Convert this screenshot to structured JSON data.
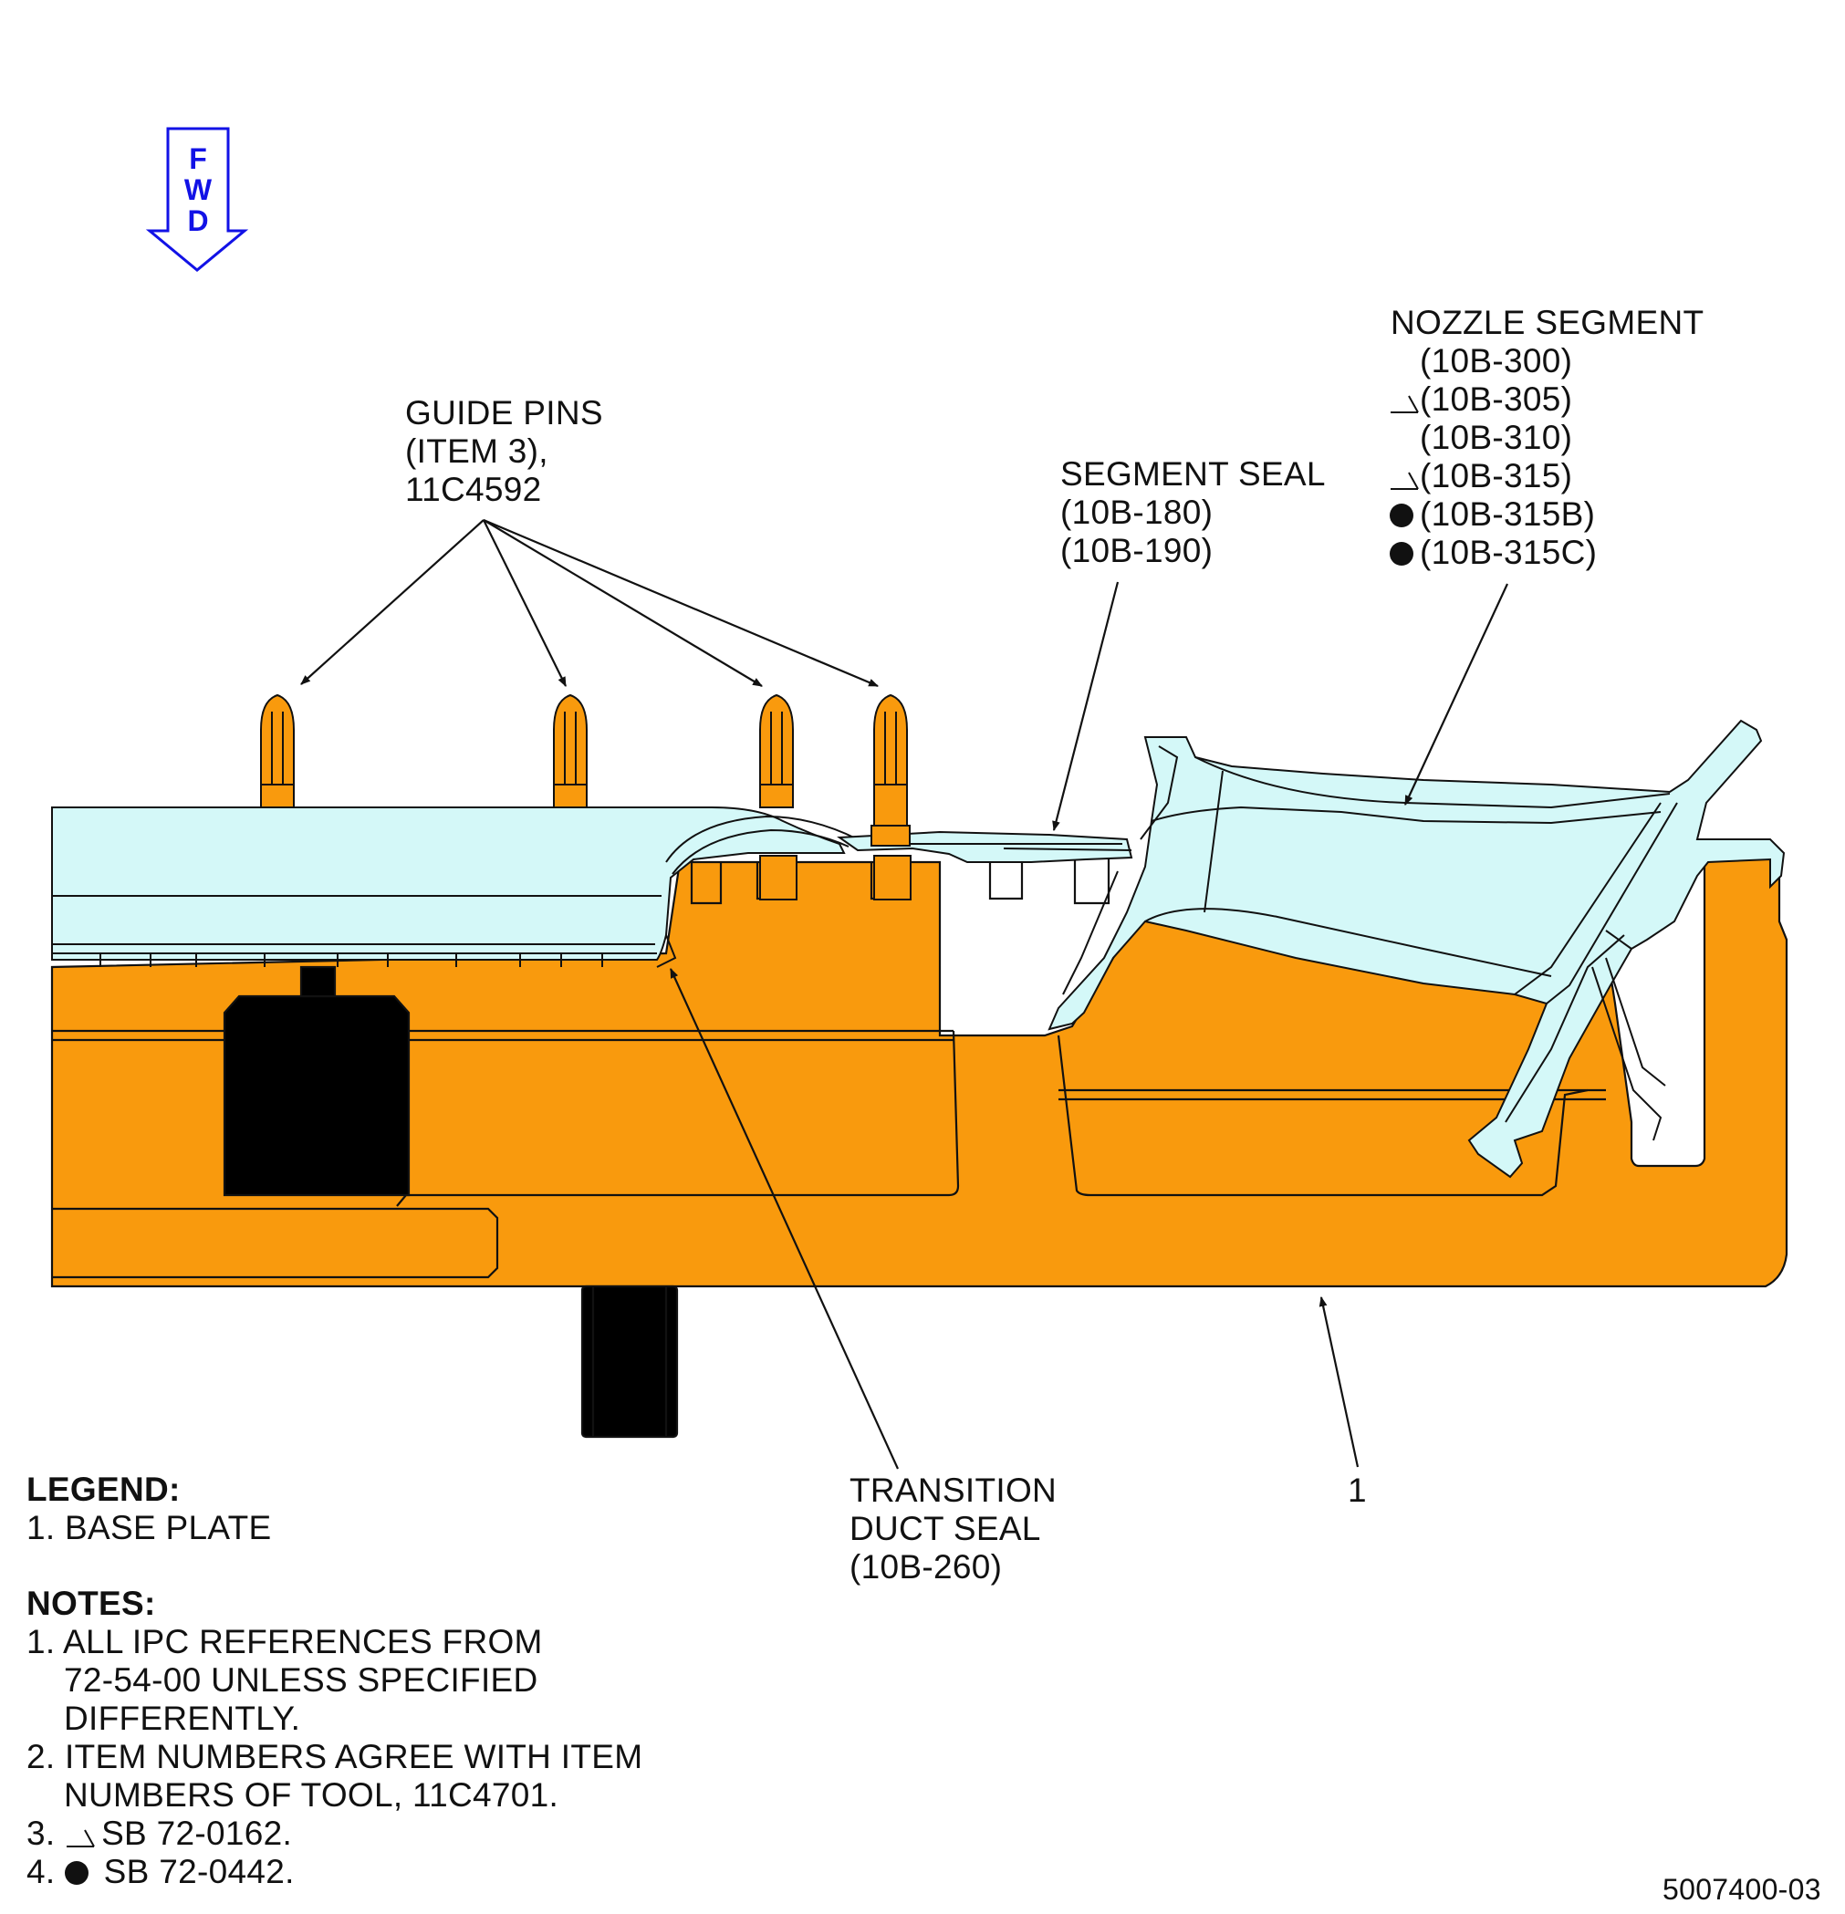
{
  "fwd": {
    "letters": [
      "F",
      "W",
      "D"
    ],
    "color": "#1212e6"
  },
  "colors": {
    "tool_fill": "#f99a0d",
    "seal_fill": "#d4f8f8",
    "outline": "#111111"
  },
  "labels": {
    "guide_pins": [
      "GUIDE PINS",
      "(ITEM 3),",
      "11C4592"
    ],
    "segment_seal": [
      "SEGMENT SEAL",
      "(10B-180)",
      "(10B-190)"
    ],
    "nozzle_segment_title": "NOZZLE SEGMENT",
    "nozzle_segment_refs": [
      {
        "marker": "",
        "text": "(10B-300)"
      },
      {
        "marker": "triangle",
        "text": "(10B-305)"
      },
      {
        "marker": "",
        "text": "(10B-310)"
      },
      {
        "marker": "triangle",
        "text": "(10B-315)"
      },
      {
        "marker": "dot",
        "text": "(10B-315B)"
      },
      {
        "marker": "dot",
        "text": "(10B-315C)"
      }
    ],
    "transition_duct_seal": [
      "TRANSITION",
      "DUCT SEAL",
      "(10B-260)"
    ],
    "base_plate_callout": "1"
  },
  "legend": {
    "heading": "LEGEND:",
    "items": [
      "1. BASE PLATE"
    ]
  },
  "notes": {
    "heading": "NOTES:",
    "n1": [
      "1. ALL IPC REFERENCES FROM",
      "72-54-00 UNLESS SPECIFIED",
      "DIFFERENTLY."
    ],
    "n2": [
      "2. ITEM NUMBERS AGREE WITH ITEM",
      "NUMBERS OF TOOL, 11C4701."
    ],
    "n3": {
      "num": "3.",
      "marker": "triangle",
      "text": "SB 72-0162."
    },
    "n4": {
      "num": "4.",
      "marker": "dot",
      "text": "SB 72-0442."
    }
  },
  "figure_number": "5007400-03"
}
